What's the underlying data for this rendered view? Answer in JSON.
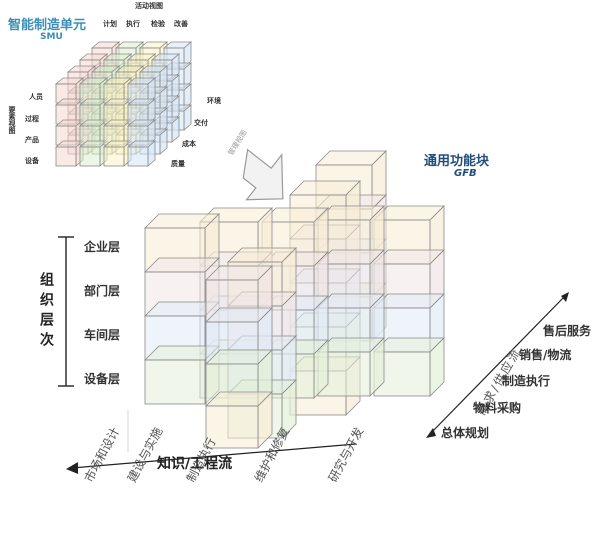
{
  "small_model": {
    "title": "智能制造单元",
    "title_abbr": "SMU",
    "top_header": "活动视图",
    "columns": [
      "计划",
      "执行",
      "检验",
      "改善"
    ],
    "side_header": "要素视图",
    "rows": [
      "人员",
      "过程",
      "产品",
      "设备"
    ],
    "depth_items": [
      "环境",
      "交付",
      "成本",
      "质量"
    ],
    "depth_header": "管理视图"
  },
  "gfb": {
    "title": "通用功能块",
    "abbr": "GFB"
  },
  "org_axis": {
    "title": "组织层次",
    "levels": [
      "企业层",
      "部门层",
      "车间层",
      "设备层"
    ]
  },
  "supply_axis": {
    "title": "需求/供应流",
    "items": [
      "售后服务",
      "销售/物流",
      "制造执行",
      "物料采购",
      "总体规划"
    ]
  },
  "knowledge_axis": {
    "title": "知识/工程流",
    "items": [
      "市场和设计",
      "建设与实施",
      "制造执行",
      "维护和修复",
      "研究与开发"
    ]
  },
  "colors": {
    "layer1": "#f7ecd6",
    "layer2": "#f1e6e6",
    "layer3": "#e2ebf6",
    "layer4": "#e4efd9",
    "title_blue": "#1f4e79",
    "small_blue": "#3a8fb7",
    "edge": "#8a8a8a",
    "axis": "#222222"
  }
}
